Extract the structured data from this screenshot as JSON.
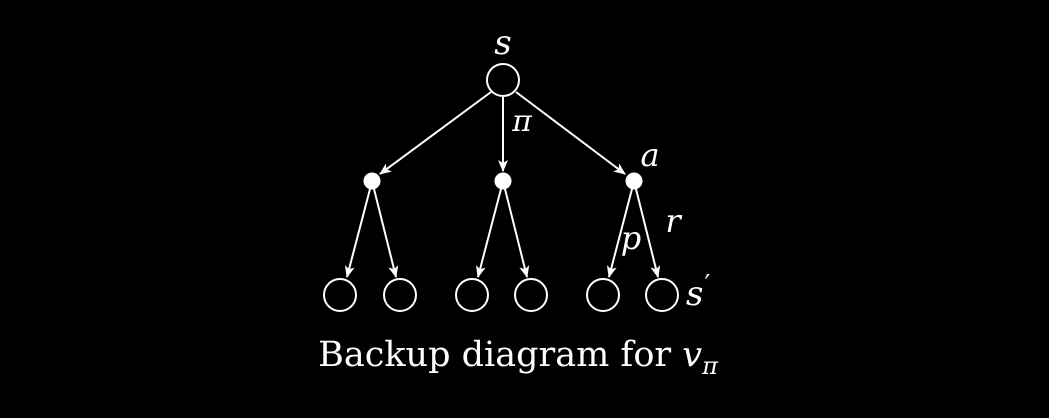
{
  "labels": {
    "root_state": "s",
    "policy": "π",
    "action": "a",
    "transition_prob": "p",
    "reward": "r",
    "next_state": "s",
    "next_state_prime": "′"
  },
  "caption": {
    "text": "Backup diagram for ",
    "value_symbol": "v",
    "value_subscript": "π"
  },
  "colors": {
    "background": "#000000",
    "foreground": "#ffffff"
  }
}
